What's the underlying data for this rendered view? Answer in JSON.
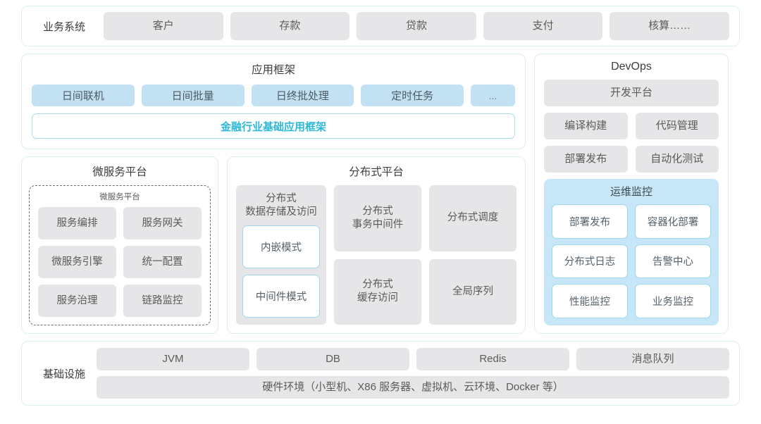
{
  "business_systems": {
    "label": "业务系统",
    "items": [
      "客户",
      "存款",
      "贷款",
      "支付",
      "核算……"
    ]
  },
  "app_framework": {
    "title": "应用框架",
    "chips": [
      "日间联机",
      "日间批量",
      "日终批处理",
      "定时任务",
      "..."
    ],
    "highlight": "金融行业基础应用框架"
  },
  "microservice_platform": {
    "title": "微服务平台",
    "inner_title": "微服务平台",
    "items": [
      "服务编排",
      "服务网关",
      "微服务引擎",
      "统一配置",
      "服务治理",
      "链路监控"
    ]
  },
  "distributed_platform": {
    "title": "分布式平台",
    "storage_column": {
      "title": "分布式\n数据存储及访问",
      "title_line1": "分布式",
      "title_line2": "数据存储及访问",
      "modes": [
        "内嵌模式",
        "中间件模式"
      ]
    },
    "cells": [
      {
        "line1": "分布式",
        "line2": "事务中间件"
      },
      {
        "line1": "分布式调度",
        "line2": ""
      },
      {
        "line1": "分布式",
        "line2": "缓存访问"
      },
      {
        "line1": "全局序列",
        "line2": ""
      }
    ]
  },
  "devops": {
    "title": "DevOps",
    "platform": "开发平台",
    "items": [
      "编译构建",
      "代码管理",
      "部署发布",
      "自动化测试"
    ],
    "ops_monitor": {
      "title": "运维监控",
      "items": [
        "部署发布",
        "容器化部署",
        "分布式日志",
        "告警中心",
        "性能监控",
        "业务监控"
      ]
    }
  },
  "infrastructure": {
    "label": "基础设施",
    "items": [
      "JVM",
      "DB",
      "Redis",
      "消息队列"
    ],
    "hardware": "硬件环境（小型机、X86 服务器、虚拟机、云环境、Docker 等）"
  },
  "colors": {
    "accent": "#2cb7d8",
    "chip_gray": "#e6e6e8",
    "chip_blue": "#c2e2f4",
    "panel_border": "#d9eef3",
    "ops_bg": "#c7e6f7"
  }
}
